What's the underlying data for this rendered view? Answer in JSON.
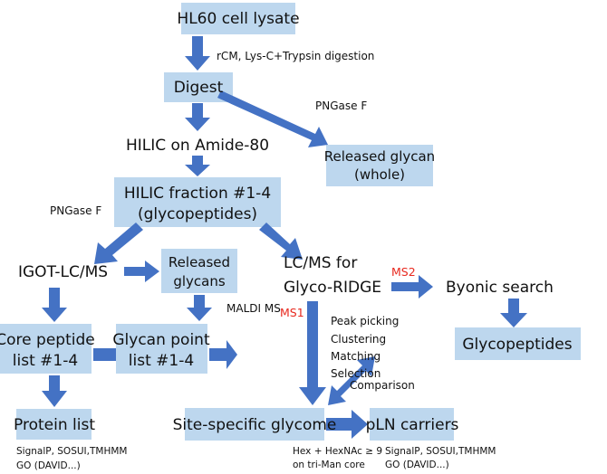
{
  "colors": {
    "box": "#bdd7ee",
    "arrow": "#4472c4",
    "ms_label": "#e8281e"
  },
  "nodes": {
    "lysate": "HL60 cell lysate",
    "digest": "Digest",
    "hilic_amide": "HILIC on Amide-80",
    "released_glycan_whole": [
      "Released glycan",
      "(whole)"
    ],
    "hilic_fraction": [
      "HILIC fraction #1-4",
      "(glycopeptides)"
    ],
    "igot": "IGOT-LC/MS",
    "released_glycans": [
      "Released",
      "glycans"
    ],
    "lcms": [
      "LC/MS for",
      "Glyco-RIDGE"
    ],
    "byonic": "Byonic search",
    "glycopeptides": "Glycopeptides",
    "core_peptide": [
      "Core peptide",
      "list #1-4"
    ],
    "glycan_point": [
      "Glycan point",
      "list #1-4"
    ],
    "protein_list": "Protein list",
    "site_specific": "Site-specific glycome",
    "pln": "pLN carriers"
  },
  "labels": {
    "digestion": "rCM, Lys-C+Trypsin digestion",
    "pngase1": "PNGase F",
    "pngase2": "PNGase F",
    "maldi": "MALDI MS",
    "ms1": "MS1",
    "ms2": "MS2",
    "steps": [
      "Peak picking",
      "Clustering",
      "Matching",
      "Selection"
    ],
    "comparison": "Comparison",
    "protein_notes": [
      "SignalP, SOSUI,TMHMM",
      "GO (DAVID...)"
    ],
    "site_notes": [
      "Hex + HexNAc ≥ 9",
      "on tri-Man core"
    ],
    "pln_notes": [
      "SignalP, SOSUI,TMHMM",
      "GO (DAVID...)"
    ]
  }
}
